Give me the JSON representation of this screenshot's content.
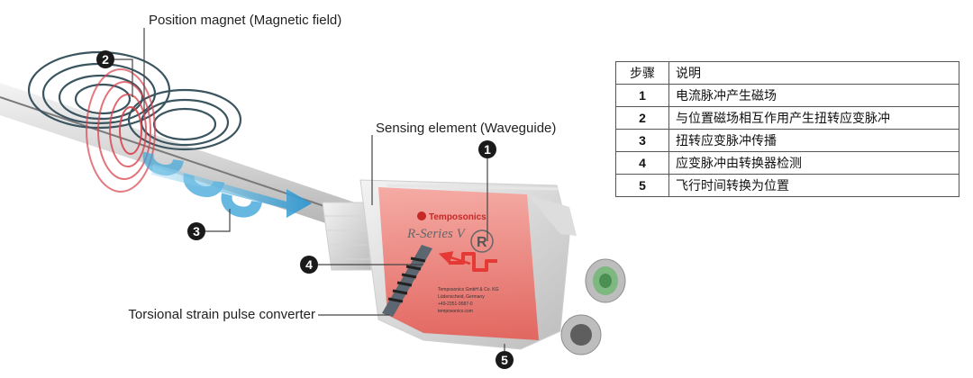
{
  "labels": {
    "position_magnet": "Position magnet (Magnetic field)",
    "sensing_element": "Sensing element (Waveguide)",
    "converter": "Torsional strain pulse converter"
  },
  "markers": [
    "1",
    "2",
    "3",
    "4",
    "5"
  ],
  "device": {
    "brand": "Temposonics",
    "series": "R-Series V",
    "logo_letter": "R",
    "label_lines": [
      "Temposonics GmbH & Co. KG",
      "Lüdenscheid, Germany",
      "+49-2351-9587-0",
      "temposonics.com"
    ]
  },
  "table": {
    "header": [
      "步骤",
      "说明"
    ],
    "rows": [
      [
        "1",
        "电流脉冲产生磁场"
      ],
      [
        "2",
        "与位置磁场相互作用产生扭转应变脉冲"
      ],
      [
        "3",
        "扭转应变脉冲传播"
      ],
      [
        "4",
        "应变脉冲由转换器检测"
      ],
      [
        "5",
        "飞行时间转换为位置"
      ]
    ]
  },
  "colors": {
    "waveguide_field": "#3b5560",
    "magnet_field": "#d9434e",
    "torsion_pulse": "#40a6d8",
    "housing_red": "#ec7b73",
    "marker": "#1a1a1a",
    "current_pulse": "#e53935"
  }
}
